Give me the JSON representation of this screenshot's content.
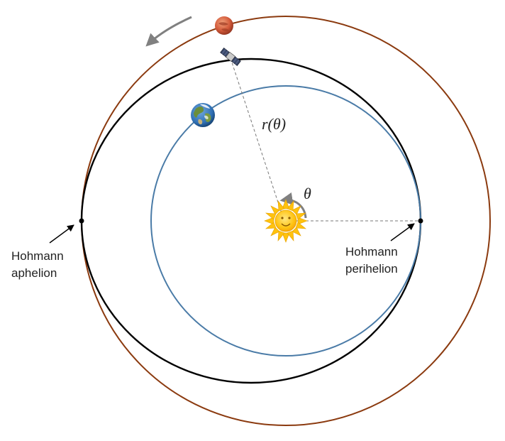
{
  "labels": {
    "aphelion_line1": "Hohmann",
    "aphelion_line2": "aphelion",
    "perihelion_line1": "Hohmann",
    "perihelion_line2": "perihelion",
    "radius": "r(θ)",
    "angle": "θ"
  },
  "bodies": {
    "sun_icon": "sun-icon",
    "earth_icon": "earth-icon",
    "mars_icon": "mars-icon",
    "spacecraft_icon": "satellite-icon"
  },
  "colors": {
    "earth_orbit": "#4a7ba7",
    "mars_orbit": "#8b3a0f",
    "transfer_orbit": "#000000",
    "sun": "#ffc20e",
    "mars": "#d35a3a",
    "earth_ocean": "#2f6fb3",
    "arrow": "#808080"
  }
}
